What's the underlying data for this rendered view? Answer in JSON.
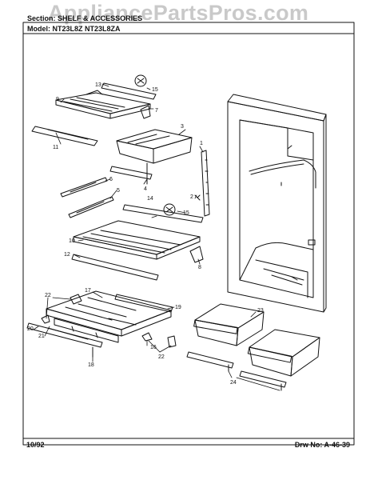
{
  "header": {
    "section_line": "Section: SHELF & ACCESSORIES",
    "model_line": "Model: NT23L8Z  NT23L8ZA",
    "watermark": "AppliancePartsPros.com"
  },
  "footer": {
    "date": "10/92",
    "drawing_no": "Drw No: A-46-39"
  },
  "part_labels": {
    "p1": "1",
    "p2": "2",
    "p3": "3",
    "p4": "4",
    "p5": "5",
    "p6": "6",
    "p7": "7",
    "p8": "8",
    "p9": "9",
    "p10": "10",
    "p11": "11",
    "p12": "12",
    "p13": "13",
    "p14": "14",
    "p15a": "15",
    "p15b": "15",
    "p16": "16",
    "p17": "17",
    "p18": "18",
    "p19": "19",
    "p20": "20",
    "p21": "21",
    "p22a": "22",
    "p22b": "22",
    "p23": "23",
    "p24": "24"
  }
}
